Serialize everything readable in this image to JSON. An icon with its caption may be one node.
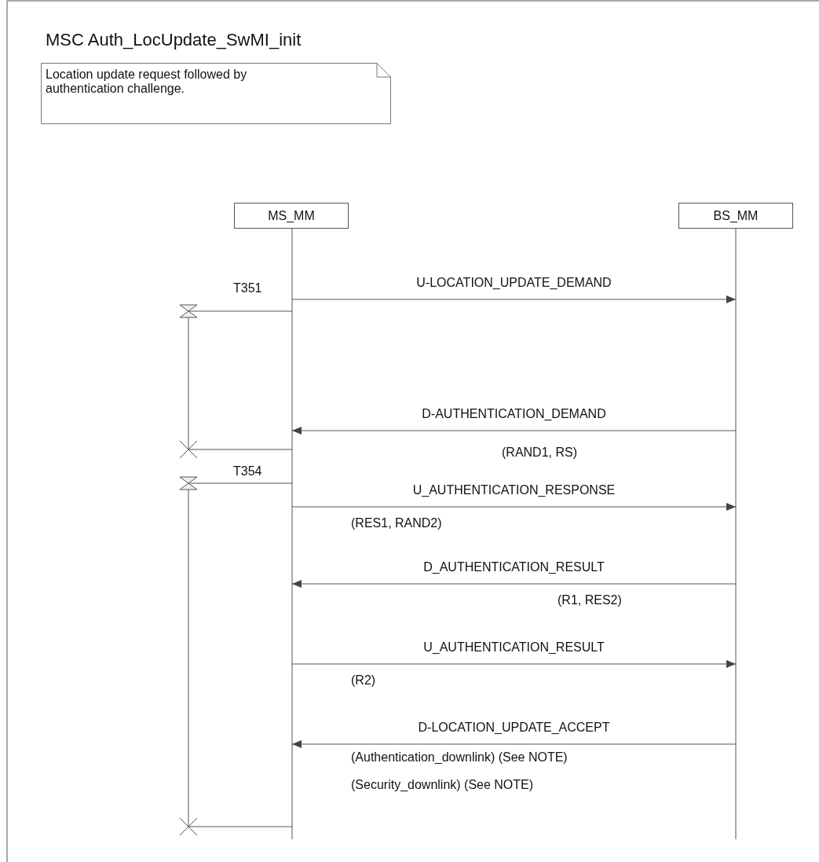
{
  "diagram": {
    "title": "MSC  Auth_LocUpdate_SwMI_init",
    "nodes": [
      {
        "text": [
          "Location update request followed by authentication challenge."
        ]
      },
      {
        "text": [
          "MS_MM"
        ]
      },
      {
        "text": [
          "BS_MM"
        ]
      }
    ],
    "edges": [
      {
        "from": 1,
        "to": 2,
        "arrow": "to",
        "label": "U-LOCATION_UPDATE_DEMAND"
      },
      {
        "from": 2,
        "to": 1,
        "arrow": "to",
        "label": "D-AUTHENTICATION_DEMAND"
      },
      {
        "from": 1,
        "to": 2,
        "arrow": "to",
        "label": "U_AUTHENTICATION_RESPONSE"
      },
      {
        "from": 2,
        "to": 1,
        "arrow": "to",
        "label": "D_AUTHENTICATION_RESULT"
      },
      {
        "from": 1,
        "to": 2,
        "arrow": "to",
        "label": "U_AUTHENTICATION_RESULT"
      },
      {
        "from": 2,
        "to": 1,
        "arrow": "to",
        "label": "D-LOCATION_UPDATE_ACCEPT"
      }
    ],
    "labels": [
      "T351",
      "(RAND1, RS)",
      "T354",
      "(RES1, RAND2)",
      "(R1, RES2)",
      "(R2)",
      "(Authentication_downlink) (See NOTE)",
      "(Security_downlink) (See NOTE)"
    ]
  }
}
